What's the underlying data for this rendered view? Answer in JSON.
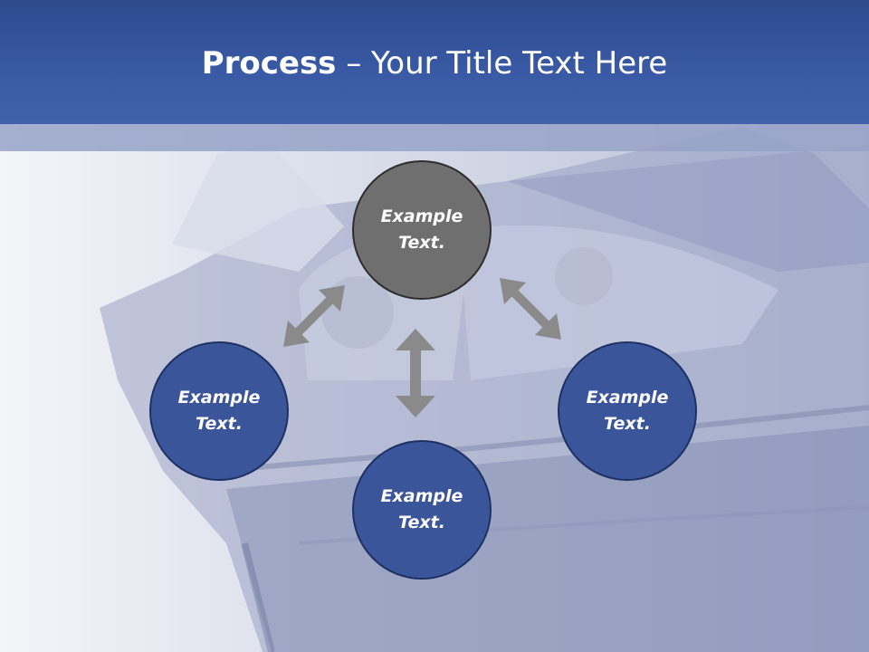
{
  "slide": {
    "title_bold": "Process",
    "title_rest": " – Your Title Text Here"
  },
  "process": {
    "nodes": [
      {
        "label": "Example Text.",
        "color": "#6f6f6f"
      },
      {
        "label": "Example Text.",
        "color": "#3b559a"
      },
      {
        "label": "Example Text.",
        "color": "#3b559a"
      },
      {
        "label": "Example Text.",
        "color": "#3b559a"
      }
    ],
    "arrow_color": "#8a8a8a"
  }
}
